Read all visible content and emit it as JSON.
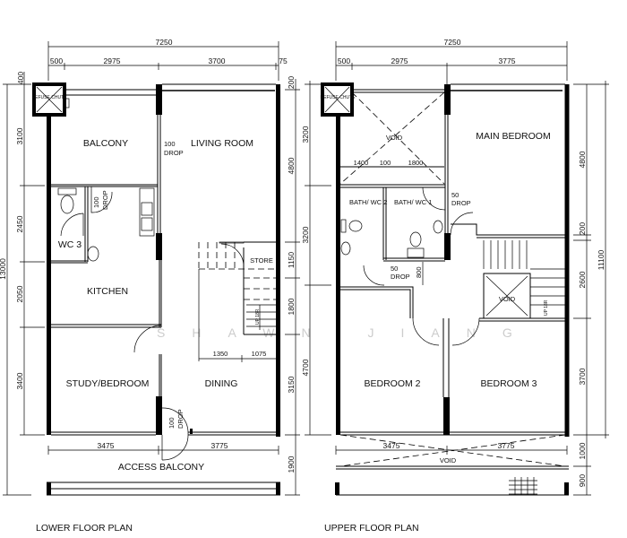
{
  "watermark": "SHAWN JIANG",
  "lower": {
    "title": "LOWER FLOOR PLAN",
    "refuse_chute": "REFUSE CHUTE",
    "rooms": {
      "balcony": "BALCONY",
      "living_room": "LIVING ROOM",
      "wc3": "WC 3",
      "kitchen": "KITCHEN",
      "store": "STORE",
      "study_bedroom": "STUDY/BEDROOM",
      "dining": "DINING",
      "access_balcony": "ACCESS BALCONY"
    },
    "drops": {
      "value": "100",
      "label": "DROP"
    },
    "stair_label": "UP 18R",
    "dims": {
      "top_total": "7250",
      "top": [
        "500",
        "2975",
        "3700",
        "75"
      ],
      "left_total": "13000",
      "left": [
        "400",
        "3100",
        "2450",
        "2050",
        "3400"
      ],
      "right": [
        "200",
        "4800",
        "1150",
        "1800",
        "3150",
        "1900"
      ],
      "stair": [
        "1350",
        "1075"
      ],
      "bottom": [
        "3475",
        "3775"
      ]
    }
  },
  "upper": {
    "title": "UPPER FLOOR PLAN",
    "refuse_chute": "REFUSE CHUTE",
    "rooms": {
      "void_top": "VOID",
      "main_bedroom": "MAIN BEDROOM",
      "bath_wc2": "BATH/ WC 2",
      "bath_wc1": "BATH/ WC 1",
      "void_stair": "VOID",
      "bedroom2": "BEDROOM 2",
      "bedroom3": "BEDROOM 3",
      "void_bottom": "VOID"
    },
    "drops": {
      "value": "50",
      "label": "DROP"
    },
    "stair_label": "UP 18R",
    "dims": {
      "top_total": "7250",
      "top": [
        "500",
        "2975",
        "3775"
      ],
      "void": [
        "1400",
        "100",
        "1800"
      ],
      "left": [
        "3200",
        "3200",
        "4700"
      ],
      "right": [
        "4800",
        "200",
        "2600",
        "3700",
        "1000",
        "900"
      ],
      "right_total": "11100",
      "door_offset": "800",
      "bottom": [
        "3475",
        "3775"
      ]
    }
  }
}
